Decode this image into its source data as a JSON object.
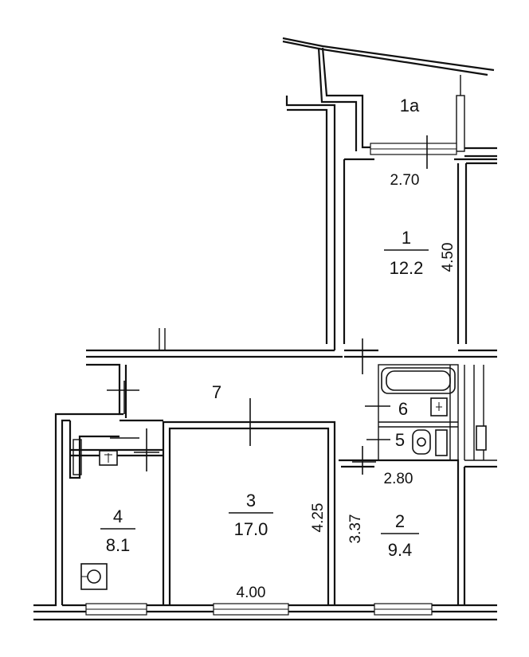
{
  "rooms": {
    "r1a": {
      "number": "1a"
    },
    "r1": {
      "number": "1",
      "area": "12.2"
    },
    "r2": {
      "number": "2",
      "area": "9.4"
    },
    "r3": {
      "number": "3",
      "area": "17.0"
    },
    "r4": {
      "number": "4",
      "area": "8.1"
    },
    "r5": {
      "number": "5"
    },
    "r6": {
      "number": "6"
    },
    "r7": {
      "number": "7"
    }
  },
  "dimensions": {
    "r1_width": "2.70",
    "r1_length": "4.50",
    "r2_width": "2.80",
    "r2_length": "3.37",
    "r3_width": "4.00",
    "r3_length": "4.25"
  }
}
